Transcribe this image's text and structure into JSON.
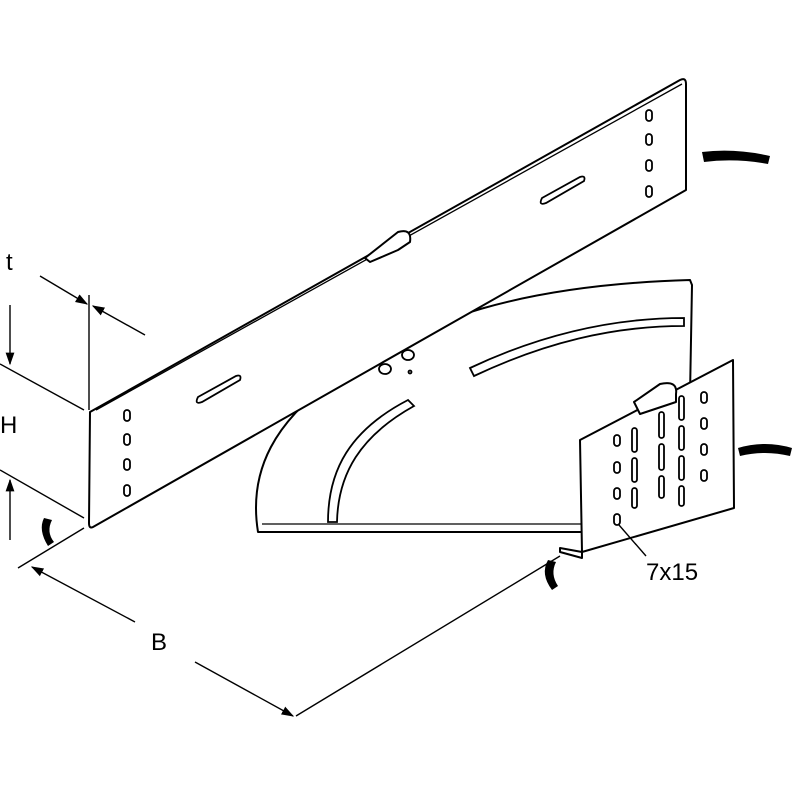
{
  "drawing": {
    "dimensions": {
      "thickness_label": "t",
      "height_label": "H",
      "width_label": "B",
      "hole_size_label": "7x15"
    }
  }
}
